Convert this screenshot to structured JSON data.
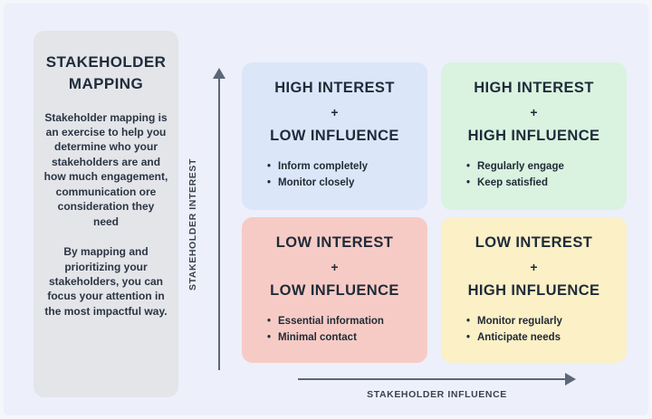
{
  "sidebar": {
    "title_line1": "STAKEHOLDER",
    "title_line2": "MAPPING",
    "paragraph1": "Stakeholder mapping is an exercise to help you determine who your stakeholders are and how much engagement, communication ore consideration they need",
    "paragraph2": "By mapping and prioritizing your stakeholders, you can focus your attention in the most impactful way."
  },
  "axes": {
    "y_label": "STAKEHOLDER INTEREST",
    "x_label": "STAKEHOLDER INFLUENCE"
  },
  "quadrants": [
    {
      "id": "high-interest-low-influence",
      "line1": "HIGH INTEREST",
      "plus": "+",
      "line2": "LOW INFLUENCE",
      "bullets": [
        "Inform completely",
        "Monitor closely"
      ],
      "bg": "#dbe6f8"
    },
    {
      "id": "high-interest-high-influence",
      "line1": "HIGH INTEREST",
      "plus": "+",
      "line2": "HIGH INFLUENCE",
      "bullets": [
        "Regularly engage",
        "Keep satisfied"
      ],
      "bg": "#d9f3e0"
    },
    {
      "id": "low-interest-low-influence",
      "line1": "LOW INTEREST",
      "plus": "+",
      "line2": "LOW INFLUENCE",
      "bullets": [
        "Essential information",
        "Minimal contact"
      ],
      "bg": "#f7cbc5"
    },
    {
      "id": "low-interest-high-influence",
      "line1": "LOW INTEREST",
      "plus": "+",
      "line2": "HIGH INFLUENCE",
      "bullets": [
        "Monitor regularly",
        "Anticipate needs"
      ],
      "bg": "#fbf0c6"
    }
  ],
  "colors": {
    "background": "#edeffa",
    "sidebar_bg": "#e3e5e9",
    "heading_text": "#1f2b39",
    "body_text": "#2b3544",
    "axis": "#5d6777",
    "quadrant_blue": "#dbe6f8",
    "quadrant_green": "#d9f3e0",
    "quadrant_pink": "#f7cbc5",
    "quadrant_yellow": "#fbf0c6"
  }
}
